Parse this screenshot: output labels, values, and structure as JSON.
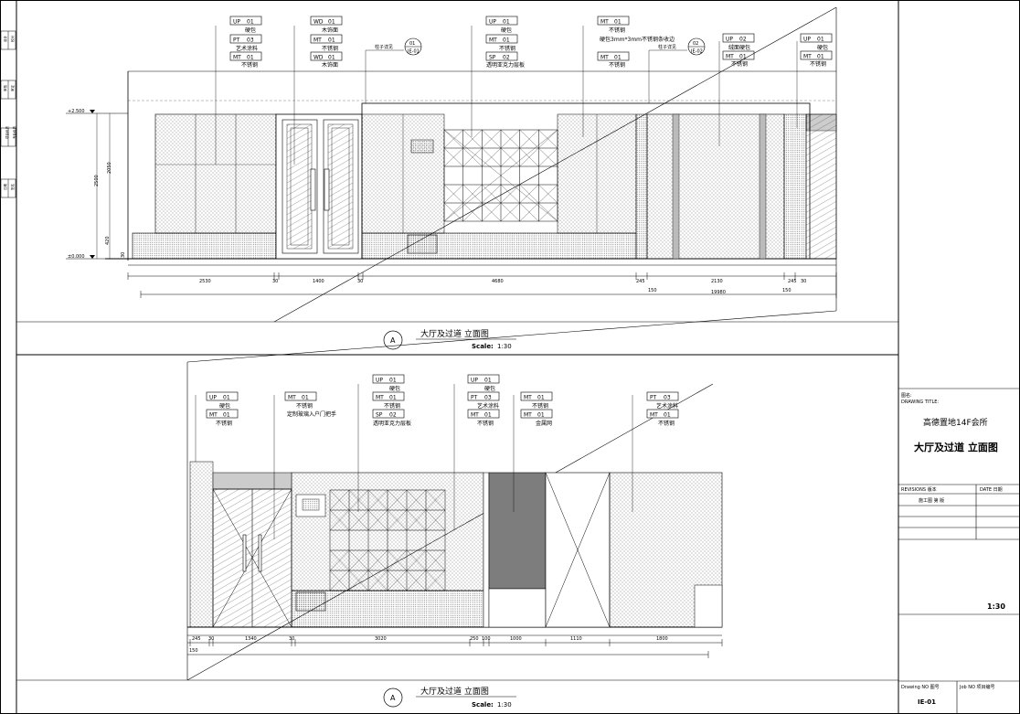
{
  "sheet": {
    "scale": "1:30"
  },
  "elevation_top": {
    "circle_label": "A",
    "title": "大厅及过道 立面图",
    "scale_prefix": "Scale:",
    "scale_value": "1:30",
    "levels": [
      "+2.500",
      "±0.000"
    ],
    "height_dims": [
      "2500",
      "2050",
      "420",
      "30"
    ],
    "bottom_dims": [
      "2530",
      "30",
      "1400",
      "30",
      "4680",
      "245",
      "2130",
      "245",
      "30"
    ],
    "bottom_dims_2": [
      "150",
      "19980",
      "150"
    ],
    "callouts": [
      {
        "code": "UP",
        "num": "01",
        "desc": "硬包"
      },
      {
        "code": "PT",
        "num": "03",
        "desc": "艺术涂料"
      },
      {
        "code": "MT",
        "num": "01",
        "desc": "不锈钢"
      },
      {
        "code": "WD",
        "num": "01",
        "desc": "木饰面"
      },
      {
        "code": "MT",
        "num": "01",
        "desc": "不锈钢"
      },
      {
        "code": "WD",
        "num": "01",
        "desc": "木饰面"
      },
      {
        "code": "UP",
        "num": "01",
        "desc": "硬包"
      },
      {
        "code": "MT",
        "num": "01",
        "desc": "不锈钢"
      },
      {
        "code": "SP",
        "num": "02",
        "desc": "透明亚克力层板"
      },
      {
        "code": "MT",
        "num": "01",
        "desc": "不锈钢"
      },
      {
        "code": "",
        "num": "",
        "desc": "硬包3mm*3mm不锈钢条收边"
      },
      {
        "code": "MT",
        "num": "01",
        "desc": "不锈钢"
      },
      {
        "code": "UP",
        "num": "02",
        "desc": "绒面硬包"
      },
      {
        "code": "MT",
        "num": "01",
        "desc": "不锈钢"
      },
      {
        "code": "UP",
        "num": "01",
        "desc": "硬包"
      },
      {
        "code": "MT",
        "num": "01",
        "desc": "不锈钢"
      }
    ],
    "detail_refs": [
      {
        "label": "柱子详见",
        "top": "01",
        "bottom": "IE-01"
      },
      {
        "label": "柱子详见",
        "top": "02",
        "bottom": "IE-02"
      }
    ]
  },
  "elevation_bottom": {
    "circle_label": "A",
    "title": "大厅及过道 立面图",
    "scale_prefix": "Scale:",
    "scale_value": "1:30",
    "bottom_dims": [
      "245",
      "30",
      "1340",
      "30",
      "3020",
      "250",
      "100",
      "1000",
      "1110",
      "1800"
    ],
    "bottom_dims_2": [
      "150"
    ],
    "callouts": [
      {
        "code": "UP",
        "num": "01",
        "desc": "硬包"
      },
      {
        "code": "MT",
        "num": "01",
        "desc": "不锈钢"
      },
      {
        "code": "MT",
        "num": "01",
        "desc": "定制玻璃入户门把手"
      },
      {
        "code": "UP",
        "num": "01",
        "desc": "硬包"
      },
      {
        "code": "MT",
        "num": "01",
        "desc": "不锈钢"
      },
      {
        "code": "SP",
        "num": "02",
        "desc": "透明亚克力层板"
      },
      {
        "code": "UP",
        "num": "01",
        "desc": "硬包"
      },
      {
        "code": "PT",
        "num": "03",
        "desc": "艺术涂料"
      },
      {
        "code": "MT",
        "num": "01",
        "desc": "不锈钢"
      },
      {
        "code": "MT",
        "num": "01",
        "desc": "不锈钢"
      },
      {
        "code": "MT",
        "num": "01",
        "desc": "金属网"
      },
      {
        "code": "PT",
        "num": "03",
        "desc": "艺术涂料"
      },
      {
        "code": "MT",
        "num": "01",
        "desc": "不锈钢"
      }
    ]
  },
  "title_block": {
    "drawing_title_label": "图名:",
    "drawing_title_label_en": "DRAWING TITLE:",
    "project": "高德置地14F会所",
    "drawing_title": "大厅及过道 立面图",
    "revisions_label": "REVISIONS 版本",
    "date_label": "DATE 日期",
    "revision_value": "施工图 第 版",
    "scale": "1:30",
    "drawing_no_label": "Drawing NO 图号",
    "job_no_label": "Job NO 项目编号",
    "drawing_no": "IE-01"
  },
  "margin_labels": [
    "设计",
    "校对",
    "审核",
    "审定",
    "项目负责",
    "专业负责",
    "日期",
    "签名"
  ]
}
